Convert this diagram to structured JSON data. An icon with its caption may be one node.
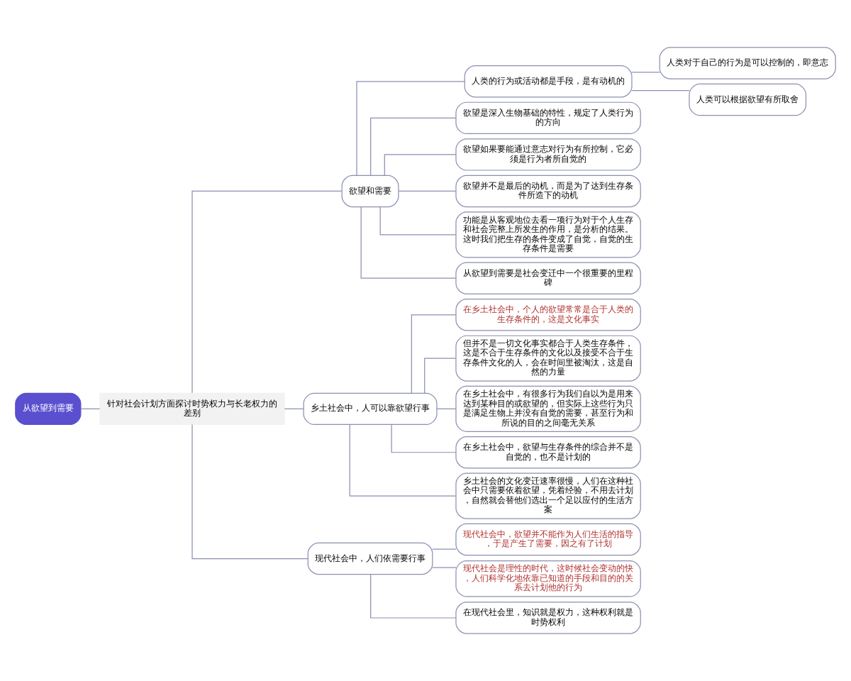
{
  "diagram": {
    "nodes": [
      {
        "text": [
          "从欲望到需要"
        ]
      },
      {
        "text": [
          "针对社会计划方面探讨时势权力与长老权力的差别"
        ]
      },
      {
        "text": [
          "欲望和需要"
        ]
      },
      {
        "text": [
          "人类的行为或活动都是手段，是有动机的"
        ]
      },
      {
        "text": [
          "人类对于自己的行为是可以控制的，即意志"
        ]
      },
      {
        "text": [
          "人类可以根据欲望有所取舍"
        ]
      },
      {
        "text": [
          "欲望是深入生物基础的特性，规定了人类行为的方向"
        ]
      },
      {
        "text": [
          "欲望如果要能通过意志对行为有所控制，它必须是行为者所自觉的"
        ]
      },
      {
        "text": [
          "欲望并不是最后的动机，而是为了达到生存条件所造下的动机"
        ]
      },
      {
        "text": [
          "功能是从客观地位去看一项行为对于个人生存和社会完整上所发生的作用，是分析的结果。这时我们把生存的条件变成了自觉，自觉的生存条件是需要"
        ]
      },
      {
        "text": [
          "从欲望到需要是社会变迁中一个很重要的里程碑"
        ]
      },
      {
        "text": [
          "乡土社会中，人可以靠欲望行事"
        ]
      },
      {
        "text": [
          "在乡土社会中，个人的欲望常常是合于人类的生存条件的，这是文化事实"
        ]
      },
      {
        "text": [
          "但并不是一切文化事实都合于人类生存条件，这是不合于生存条件的文化以及接受不合于生存条件文化的人，会在时间里被淘汰，这是自然的力量"
        ]
      },
      {
        "text": [
          "在乡土社会中，有很多行为我们自以为是用来达到某种目的或欲望的，但实际上这些行为只是满足生物上并没有自觉的需要，甚至行为和所说的目的之间毫无关系"
        ]
      },
      {
        "text": [
          "在乡土社会中，欲望与生存条件的综合并不是自觉的，也不是计划的"
        ]
      },
      {
        "text": [
          "乡土社会的文化变迁速率很慢，人们在这种社会中只需要依着欲望，凭着经验，不用去计划，自然就会替他们选出一个足以应付的生活方案"
        ]
      },
      {
        "text": [
          "现代社会中，人们依需要行事"
        ]
      },
      {
        "text": [
          "现代社会中，欲望并不能作为人们生活的指导，于是产生了需要，因之有了计划"
        ]
      },
      {
        "text": [
          "现代社会是理性的时代，这时候社会变动的快，人们科学化地依靠已知道的手段和目的的关系去计划他的行为"
        ]
      },
      {
        "text": [
          "在现代社会里，知识就是权力，这种权利就是时势权利"
        ]
      }
    ],
    "edges": [
      {
        "from": 0,
        "to": 1,
        "arrow": "none"
      },
      {
        "from": 1,
        "to": 2,
        "arrow": "none"
      },
      {
        "from": 1,
        "to": 11,
        "arrow": "none"
      },
      {
        "from": 1,
        "to": 17,
        "arrow": "none"
      },
      {
        "from": 2,
        "to": 3,
        "arrow": "none"
      },
      {
        "from": 3,
        "to": 4,
        "arrow": "none"
      },
      {
        "from": 3,
        "to": 5,
        "arrow": "none"
      },
      {
        "from": 2,
        "to": 6,
        "arrow": "none"
      },
      {
        "from": 2,
        "to": 7,
        "arrow": "none"
      },
      {
        "from": 2,
        "to": 8,
        "arrow": "none"
      },
      {
        "from": 2,
        "to": 9,
        "arrow": "none"
      },
      {
        "from": 2,
        "to": 10,
        "arrow": "none"
      },
      {
        "from": 11,
        "to": 12,
        "arrow": "none"
      },
      {
        "from": 11,
        "to": 13,
        "arrow": "none"
      },
      {
        "from": 11,
        "to": 14,
        "arrow": "none"
      },
      {
        "from": 11,
        "to": 15,
        "arrow": "none"
      },
      {
        "from": 11,
        "to": 16,
        "arrow": "none"
      },
      {
        "from": 17,
        "to": 18,
        "arrow": "none"
      },
      {
        "from": 17,
        "to": 19,
        "arrow": "none"
      },
      {
        "from": 17,
        "to": 20,
        "arrow": "none"
      }
    ]
  }
}
